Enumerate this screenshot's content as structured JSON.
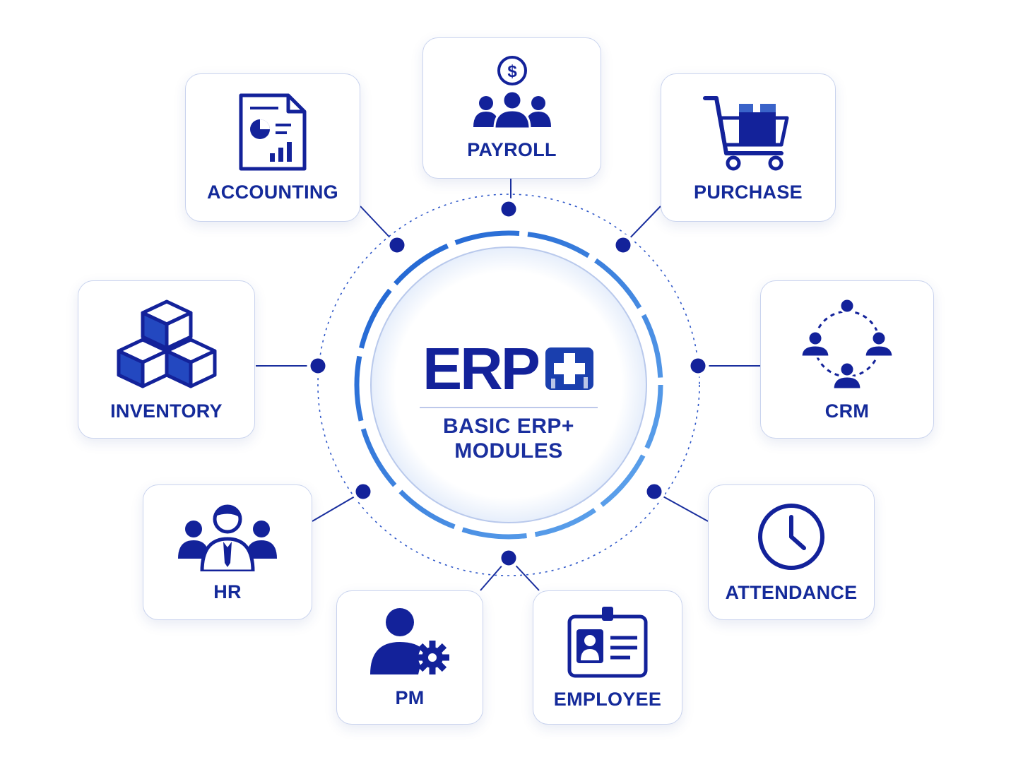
{
  "center": {
    "logo_text": "ERP",
    "subtitle_line1": "BASIC ERP+",
    "subtitle_line2": "MODULES"
  },
  "modules": [
    {
      "id": "payroll",
      "label": "PAYROLL",
      "icon": "payroll-icon"
    },
    {
      "id": "accounting",
      "label": "ACCOUNTING",
      "icon": "accounting-report-icon"
    },
    {
      "id": "purchase",
      "label": "PURCHASE",
      "icon": "shopping-cart-icon"
    },
    {
      "id": "inventory",
      "label": "INVENTORY",
      "icon": "boxes-icon"
    },
    {
      "id": "crm",
      "label": "CRM",
      "icon": "crm-network-icon"
    },
    {
      "id": "hr",
      "label": "HR",
      "icon": "team-manager-icon"
    },
    {
      "id": "attendance",
      "label": "ATTENDANCE",
      "icon": "clock-icon"
    },
    {
      "id": "pm",
      "label": "PM",
      "icon": "user-gear-icon"
    },
    {
      "id": "employee",
      "label": "EMPLOYEE",
      "icon": "id-badge-icon"
    }
  ],
  "colors": {
    "primary": "#13229a",
    "accent": "#2f6fd6",
    "light_accent": "#6aa6ea",
    "card_border": "#c9d3ee",
    "connector": "#1a2f9e"
  }
}
